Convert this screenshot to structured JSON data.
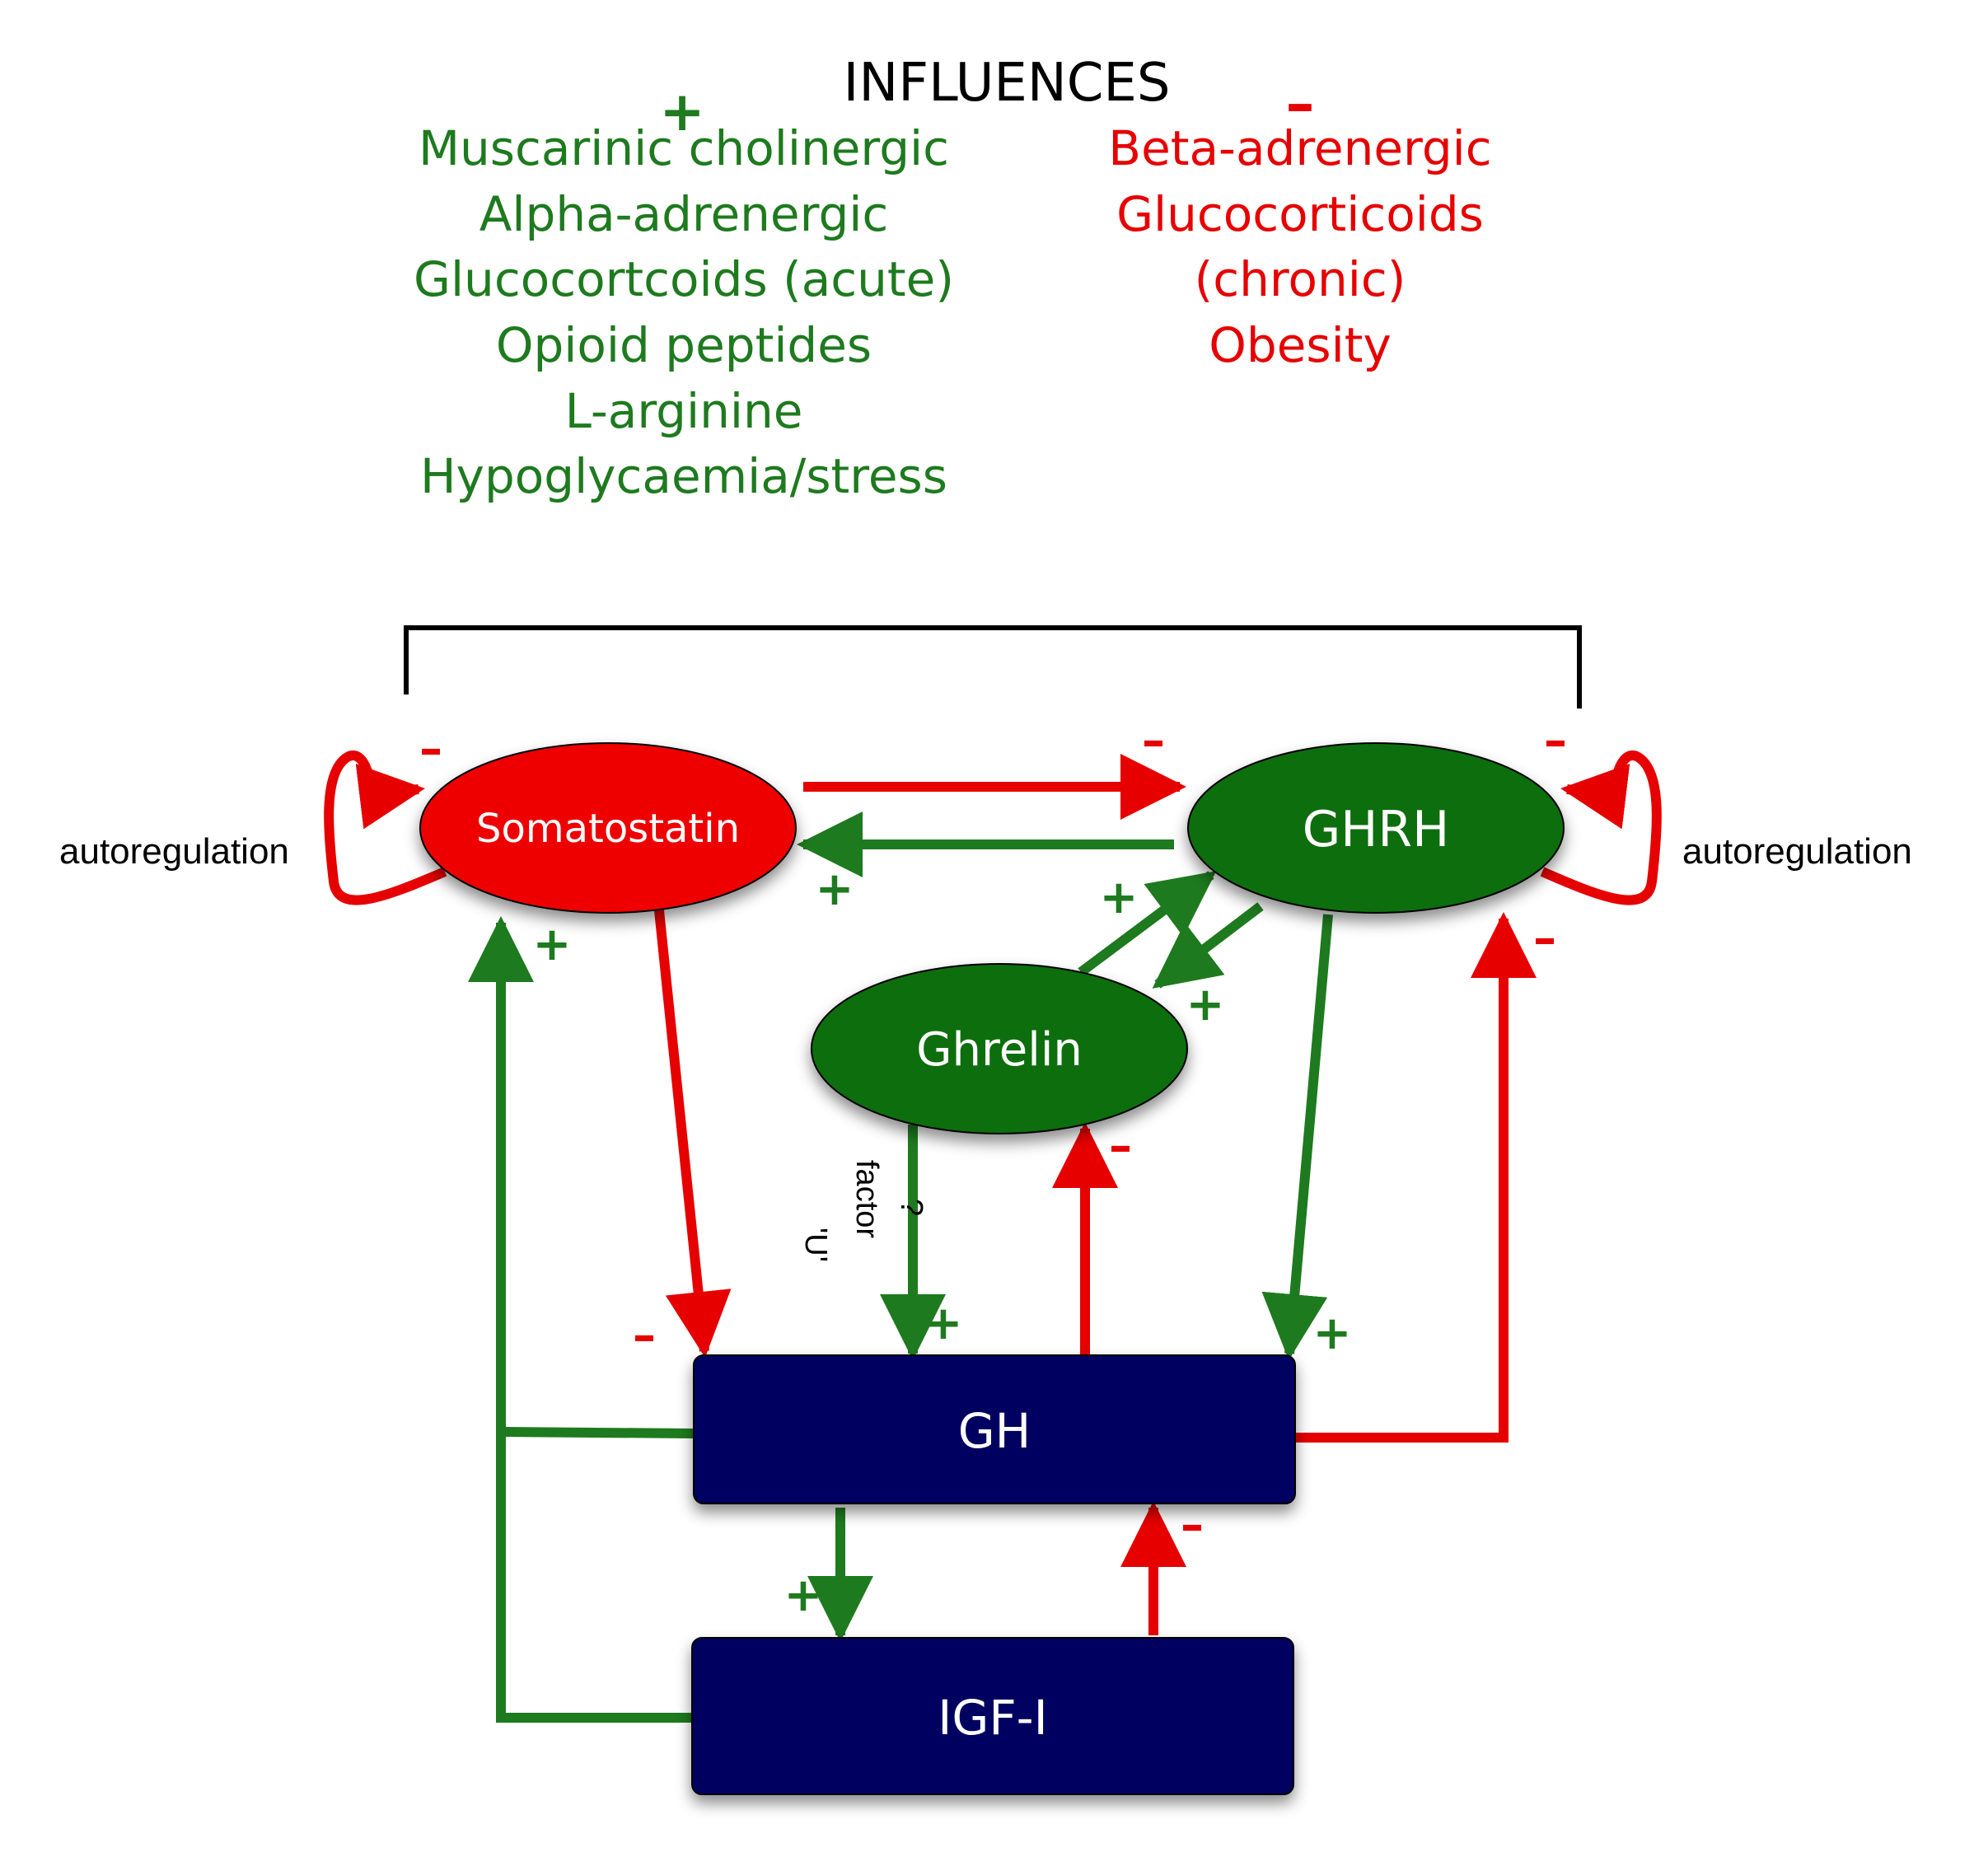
{
  "title": "INFLUENCES",
  "colors": {
    "positive": "#1e7a1e",
    "negative": "#e60000",
    "node_green": "#0a6e0a",
    "node_red": "#ee0000",
    "box_navy": "#020260",
    "text_black": "#000000"
  },
  "influences": {
    "positive": {
      "sign": "+",
      "items": [
        "Muscarinic cholinergic",
        "Alpha-adrenergic",
        "Glucocortcoids (acute)",
        "Opioid peptides",
        "L-arginine",
        "Hypoglycaemia/stress"
      ]
    },
    "negative": {
      "sign": "–",
      "items": [
        "Beta-adrenergic",
        "Glucocorticoids",
        "(chronic)",
        "Obesity"
      ]
    }
  },
  "nodes": {
    "somatostatin": "Somatostatin",
    "ghrh": "GHRH",
    "ghrelin": "Ghrelin",
    "gh": "GH",
    "igf1": "IGF-I"
  },
  "labels": {
    "autoregulation_left": "autoregulation",
    "autoregulation_right": "autoregulation",
    "u_factor_line1": "'U'",
    "u_factor_line2": "factor",
    "u_factor_line3": "?"
  },
  "signs": {
    "plus": "+",
    "minus": "–"
  }
}
